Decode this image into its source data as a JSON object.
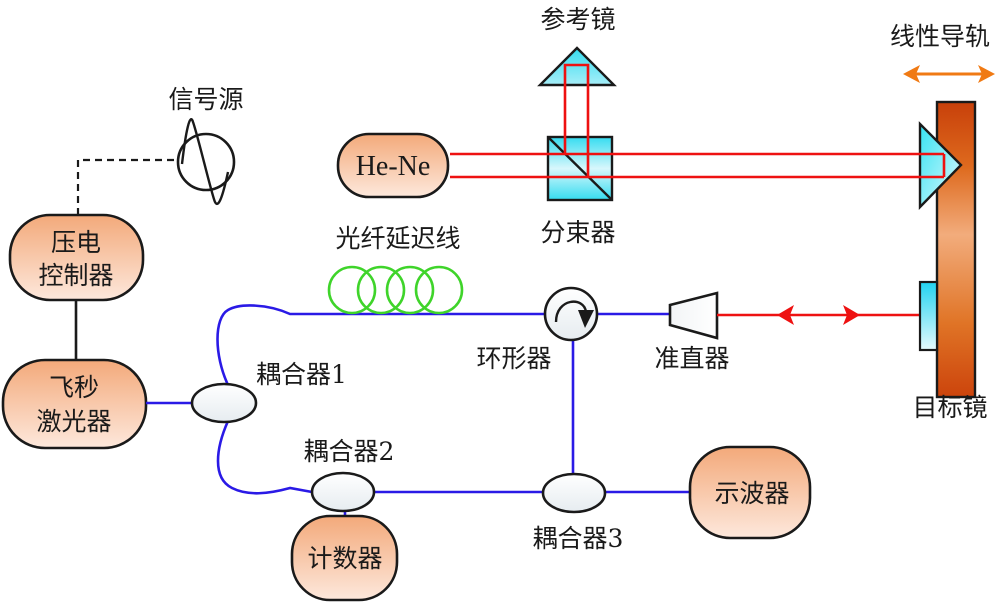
{
  "diagram": {
    "title": "Femtosecond laser ranging with He-Ne interferometer reference setup",
    "colors": {
      "fiber": "#2a1ae6",
      "laser_beam": "#ee1111",
      "delay_coil": "#3fd42a",
      "rail_arrow": "#f07a14",
      "device_fill_top": "#f3a97a",
      "device_fill_bottom": "#fde6da",
      "optic_fill": "#35dcf0",
      "rail_dark": "#c8420a",
      "rail_light": "#f0a878"
    },
    "labels": {
      "signal_source": "信号源",
      "reference_mirror": "参考镜",
      "linear_rail": "线性导轨",
      "he_ne": "He-Ne",
      "beam_splitter": "分束器",
      "fiber_delay_line": "光纤延迟线",
      "coupler1": "耦合器1",
      "circulator": "环形器",
      "collimator": "准直器",
      "target_mirror": "目标镜",
      "coupler2": "耦合器2",
      "coupler3": "耦合器3",
      "oscilloscope": "示波器",
      "counter": "计数器",
      "piezo_controller_line1": "压电",
      "piezo_controller_line2": "控制器",
      "fs_laser_line1": "飞秒",
      "fs_laser_line2": "激光器"
    },
    "components": [
      {
        "id": "piezo-controller",
        "type": "device"
      },
      {
        "id": "femtosecond-laser",
        "type": "device"
      },
      {
        "id": "signal-source",
        "type": "source"
      },
      {
        "id": "he-ne-laser",
        "type": "device"
      },
      {
        "id": "beam-splitter",
        "type": "optic"
      },
      {
        "id": "reference-mirror",
        "type": "optic"
      },
      {
        "id": "corner-cube-on-rail",
        "type": "optic"
      },
      {
        "id": "target-mirror",
        "type": "optic"
      },
      {
        "id": "linear-rail",
        "type": "stage"
      },
      {
        "id": "fiber-delay-line",
        "type": "fiber"
      },
      {
        "id": "coupler1",
        "type": "coupler"
      },
      {
        "id": "coupler2",
        "type": "coupler"
      },
      {
        "id": "coupler3",
        "type": "coupler"
      },
      {
        "id": "circulator",
        "type": "circulator"
      },
      {
        "id": "collimator",
        "type": "optic"
      },
      {
        "id": "oscilloscope",
        "type": "device"
      },
      {
        "id": "counter",
        "type": "device"
      }
    ],
    "connections": [
      {
        "from": "signal-source",
        "to": "piezo-controller",
        "style": "dashed"
      },
      {
        "from": "piezo-controller",
        "to": "femtosecond-laser",
        "style": "solid-black"
      },
      {
        "from": "femtosecond-laser",
        "to": "coupler1",
        "style": "fiber"
      },
      {
        "from": "coupler1",
        "to": "fiber-delay-line",
        "style": "fiber"
      },
      {
        "from": "fiber-delay-line",
        "to": "circulator",
        "style": "fiber"
      },
      {
        "from": "circulator",
        "to": "collimator",
        "style": "fiber"
      },
      {
        "from": "collimator",
        "to": "target-mirror",
        "style": "free-space-bidirectional"
      },
      {
        "from": "circulator",
        "to": "coupler3",
        "style": "fiber"
      },
      {
        "from": "coupler1",
        "to": "coupler2",
        "style": "fiber"
      },
      {
        "from": "coupler2",
        "to": "coupler3",
        "style": "fiber"
      },
      {
        "from": "coupler2",
        "to": "counter",
        "style": "fiber"
      },
      {
        "from": "coupler3",
        "to": "oscilloscope",
        "style": "fiber"
      },
      {
        "from": "he-ne-laser",
        "to": "beam-splitter",
        "style": "free-space"
      },
      {
        "from": "beam-splitter",
        "to": "reference-mirror",
        "style": "free-space"
      },
      {
        "from": "beam-splitter",
        "to": "corner-cube-on-rail",
        "style": "free-space"
      }
    ]
  }
}
